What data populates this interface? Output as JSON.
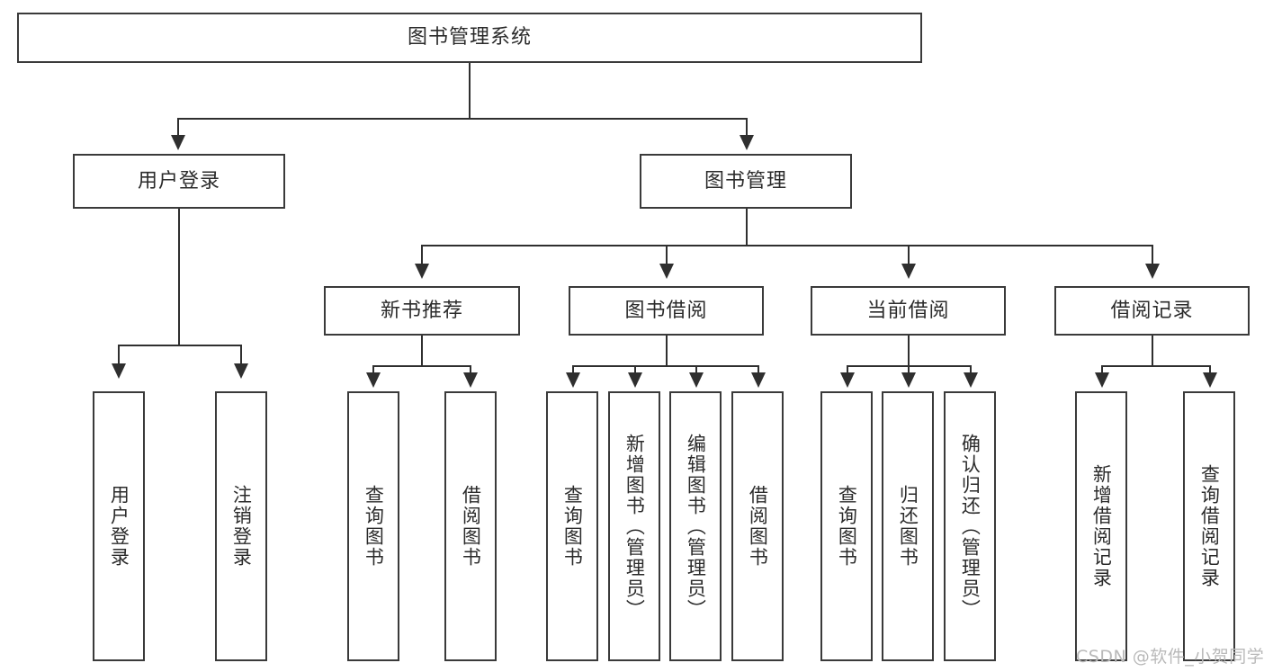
{
  "diagram": {
    "type": "tree-hierarchy",
    "title": "图书管理系统",
    "root": {
      "label": "图书管理系统"
    },
    "level2": [
      {
        "label": "用户登录"
      },
      {
        "label": "图书管理"
      }
    ],
    "level3": [
      {
        "label": "新书推荐"
      },
      {
        "label": "图书借阅"
      },
      {
        "label": "当前借阅"
      },
      {
        "label": "借阅记录"
      }
    ],
    "leaves": {
      "user_login": [
        {
          "label": "用户登录"
        },
        {
          "label": "注销登录"
        }
      ],
      "new_book_recommend": [
        {
          "label": "查询图书"
        },
        {
          "label": "借阅图书"
        }
      ],
      "book_borrow": [
        {
          "label": "查询图书"
        },
        {
          "label": "新增图书（管理员）"
        },
        {
          "label": "编辑图书（管理员）"
        },
        {
          "label": "借阅图书"
        }
      ],
      "current_borrow": [
        {
          "label": "查询图书"
        },
        {
          "label": "归还图书"
        },
        {
          "label": "确认归还（管理员）"
        }
      ],
      "borrow_record": [
        {
          "label": "新增借阅记录"
        },
        {
          "label": "查询借阅记录"
        }
      ]
    }
  },
  "watermark": {
    "text": "CSDN @软件_小贺同学"
  },
  "colors": {
    "box_border": "#3a3a3a",
    "line": "#2f2f2f",
    "text": "#2b2b2b",
    "background": "#ffffff",
    "watermark": "#b9b9b9"
  }
}
